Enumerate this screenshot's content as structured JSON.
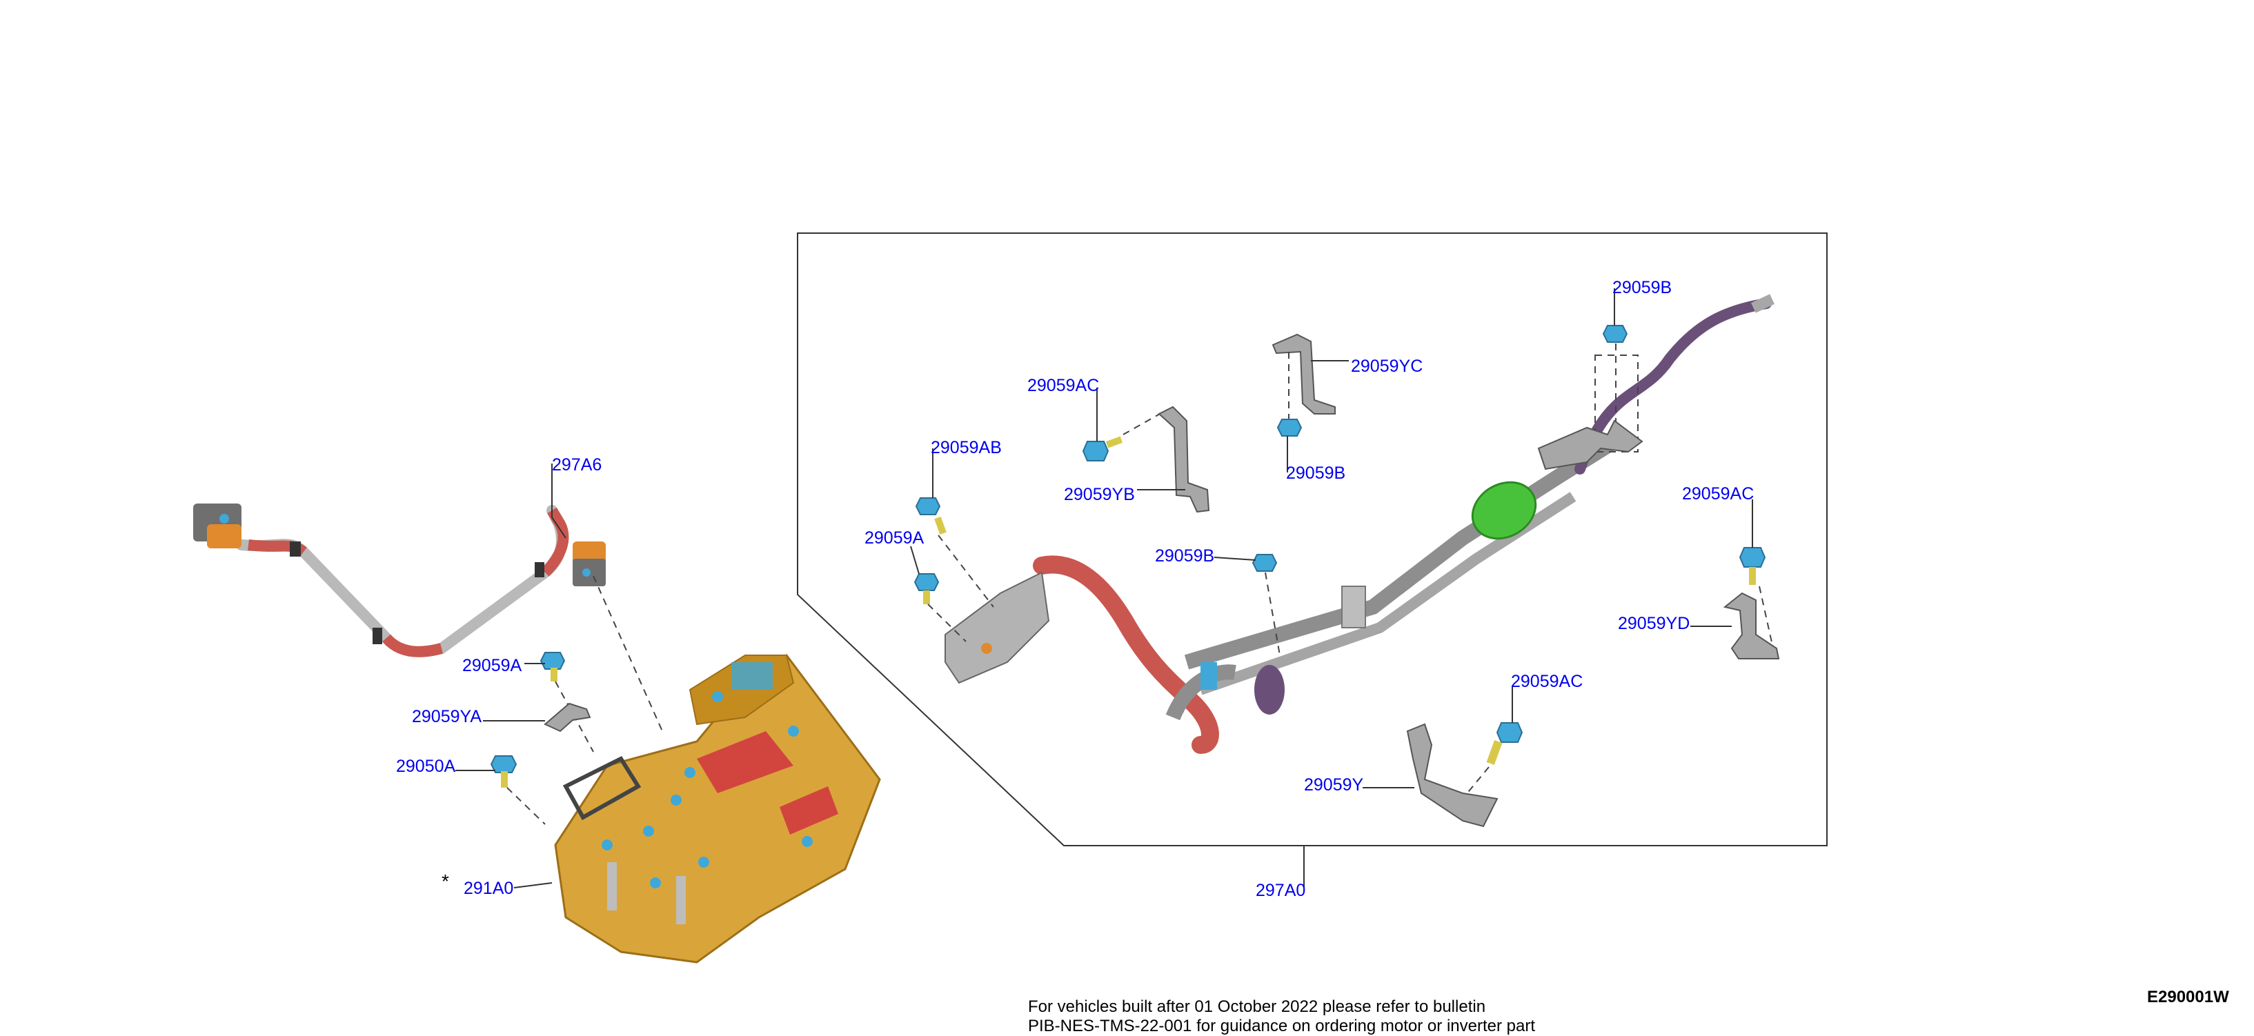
{
  "diagram_id": "E290001W",
  "note": {
    "line1": "For vehicles built after 01 October 2022 please refer to bulletin",
    "line2": "PIB-NES-TMS-22-001 for guidance on ordering motor or inverter part"
  },
  "asterisk": "*",
  "callouts": {
    "c297A6": "297A6",
    "c29059A_left": "29059A",
    "c29059YA": "29059YA",
    "c29050A": "29050A",
    "c291A0": "291A0",
    "c29059AC_1": "29059AC",
    "c29059AB": "29059AB",
    "c29059A_box": "29059A",
    "c29059YB": "29059YB",
    "c29059YC": "29059YC",
    "c29059B_mid": "29059B",
    "c29059B_lower": "29059B",
    "c29059B_top": "29059B",
    "c29059AC_2": "29059AC",
    "c29059YD": "29059YD",
    "c29059AC_3": "29059AC",
    "c29059Y": "29059Y",
    "c297A0": "297A0"
  },
  "colors": {
    "callout": "#0000ee",
    "bolt": "#3fa8d8",
    "motor": "#d9a53a",
    "hose_red": "#c9574f",
    "hose_purple": "#6a5078",
    "grommet": "#49c23b",
    "pipe": "#8e8e8e"
  }
}
